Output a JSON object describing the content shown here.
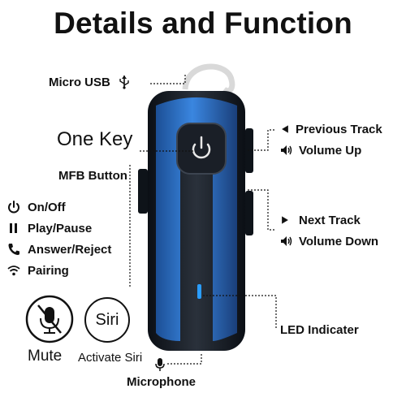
{
  "title": "Details and Function",
  "labels": {
    "micro_usb": "Micro USB",
    "one_key": "One Key",
    "mfb_button": "MFB Button",
    "on_off": "On/Off",
    "play_pause": "Play/Pause",
    "answer_reject": "Answer/Reject",
    "pairing": "Pairing",
    "previous_track": "Previous Track",
    "volume_up": "Volume Up",
    "next_track": "Next Track",
    "volume_down": "Volume Down",
    "led_indicator": "LED Indicater",
    "microphone": "Microphone",
    "mute": "Mute",
    "siri_badge": "Siri",
    "activate_siri": "Activate Siri"
  },
  "colors": {
    "device_blue": "#2a6fc9",
    "device_dark": "#141a22",
    "led": "#2a9dff",
    "line": "#111111"
  },
  "icons": [
    "usb-icon",
    "power-icon",
    "play-pause-icon",
    "phone-icon",
    "wifi-icon",
    "previous-track-icon",
    "volume-up-icon",
    "next-track-icon",
    "volume-down-icon",
    "microphone-icon",
    "mute-microphone-icon",
    "siri-icon"
  ]
}
